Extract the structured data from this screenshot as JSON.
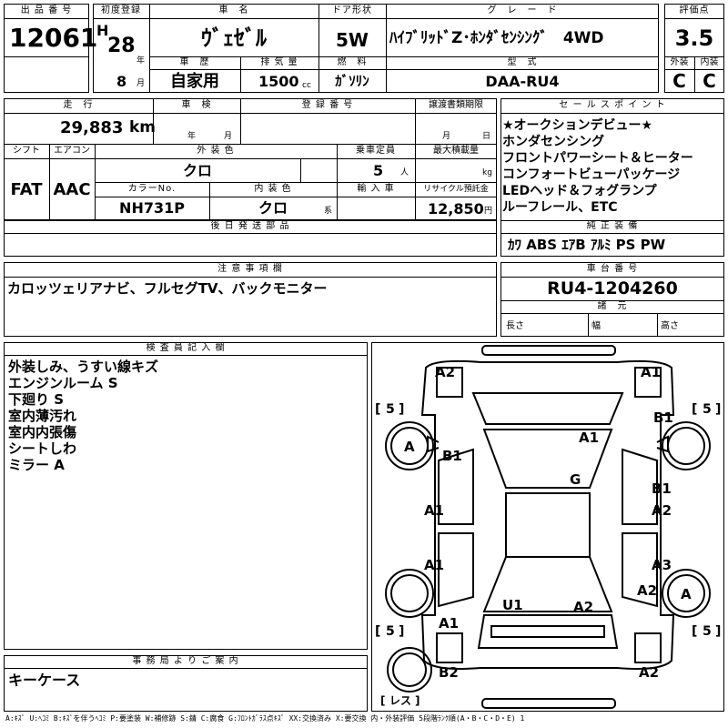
{
  "header": {
    "lot_label": "出 品 番 号",
    "lot_no": "12061",
    "first_reg_label": "初度登録",
    "era": "H",
    "year": "28",
    "year_unit": "年",
    "month": "8",
    "month_unit": "月",
    "car_name_label": "車　名",
    "car_name": "ｳﾞｪｾﾞﾙ",
    "door_label": "ドア形状",
    "door": "5W",
    "grade_label": "グ　レ　ー　ド",
    "grade": "ﾊｲﾌﾞﾘｯﾄﾞZ･ﾎﾝﾀﾞｾﾝｼﾝｸﾞ　4WD",
    "score_label": "評価点",
    "score": "3.5",
    "history_label": "車　歴",
    "history": "自家用",
    "displacement_label": "排 気 量",
    "displacement": "1500",
    "displacement_unit": "cc",
    "fuel_label": "燃　料",
    "fuel": "ｶﾞｿﾘﾝ",
    "model_label": "型　式",
    "model": "DAA-RU4",
    "ext_label": "外装",
    "ext": "C",
    "int_label": "内装",
    "int": "C"
  },
  "row2": {
    "mileage_label": "走　行",
    "mileage": "29,883",
    "mileage_unit": "km",
    "inspection_label": "車　検",
    "insp_year": "年",
    "insp_month": "月",
    "reg_no_label": "登 録 番 号",
    "transfer_label": "譲渡書類期限",
    "transfer_month": "月",
    "transfer_day": "日",
    "shift_label": "シフト",
    "shift": "FAT",
    "ac_label": "エアコン",
    "ac": "AAC",
    "color_label": "外 装 色",
    "color": "クロ",
    "capacity_label": "乗車定員",
    "capacity": "5",
    "capacity_unit": "人",
    "load_label": "最大積載量",
    "load_unit": "kg",
    "color_no_label": "カラーNo.",
    "color_no": "NH731P",
    "int_color_label": "内 装 色",
    "int_color": "クロ",
    "int_color_unit": "系",
    "import_label": "輸 入 車",
    "recycle_label": "リサイクル預託金",
    "recycle": "12,850",
    "recycle_unit": "円"
  },
  "later_label": "後 日 発 送 部 品",
  "sales_points": {
    "label": "セ ー ル ス ポ イ ン ト",
    "items": [
      "★オークションデビュー★",
      "ホンダセンシング",
      "フロントパワーシート＆ヒーター",
      "コンフォートビューパッケージ",
      "LEDヘッド＆フォグランプ",
      "ルーフレール、ETC"
    ]
  },
  "equipment": {
    "label": "純 正 装 備",
    "items": "ｶﾜ ABS ｴｱB ｱﾙﾐ PS PW"
  },
  "notes": {
    "label": "注 意 事 項 欄",
    "text": "カロッツェリアナビ、フルセグTV、バックモニター"
  },
  "chassis": {
    "label": "車 台 番 号",
    "value": "RU4-1204260",
    "dims_label": "諸　元",
    "length": "長さ",
    "width": "幅",
    "height": "高さ"
  },
  "inspector": {
    "label": "検 査 員 記 入 欄",
    "items": [
      "外装しみ、うすい線キズ",
      "エンジンルーム S",
      "下廻り S",
      "室内薄汚れ",
      "室内内張傷",
      "シートしわ",
      "ミラー A"
    ]
  },
  "office": {
    "label": "事 務 局 よ り ご 案 内",
    "text": "キーケース"
  },
  "diagram": {
    "marks": [
      "A2",
      "A1",
      "B1",
      "A1",
      "G",
      "B1",
      "A1",
      "A2",
      "A1",
      "A3",
      "A2",
      "U1",
      "A2",
      "A1",
      "B2",
      "A2",
      "A",
      "A",
      "B1"
    ],
    "tire_depth": "5",
    "spare": "レス"
  },
  "legend": "A:ｷｽﾞ U:ﾍｺﾐ B:ｷｽﾞを伴うﾍｺﾐ P:要塗装 W:補修跡 S:錆 C:腐食 G:ﾌﾛﾝﾄｶﾞﾗｽ点ｷｽﾞ XX:交換済み X:要交換 内・外装評価 5段階ﾗﾝｸ順(A・B・C・D・E) 1"
}
